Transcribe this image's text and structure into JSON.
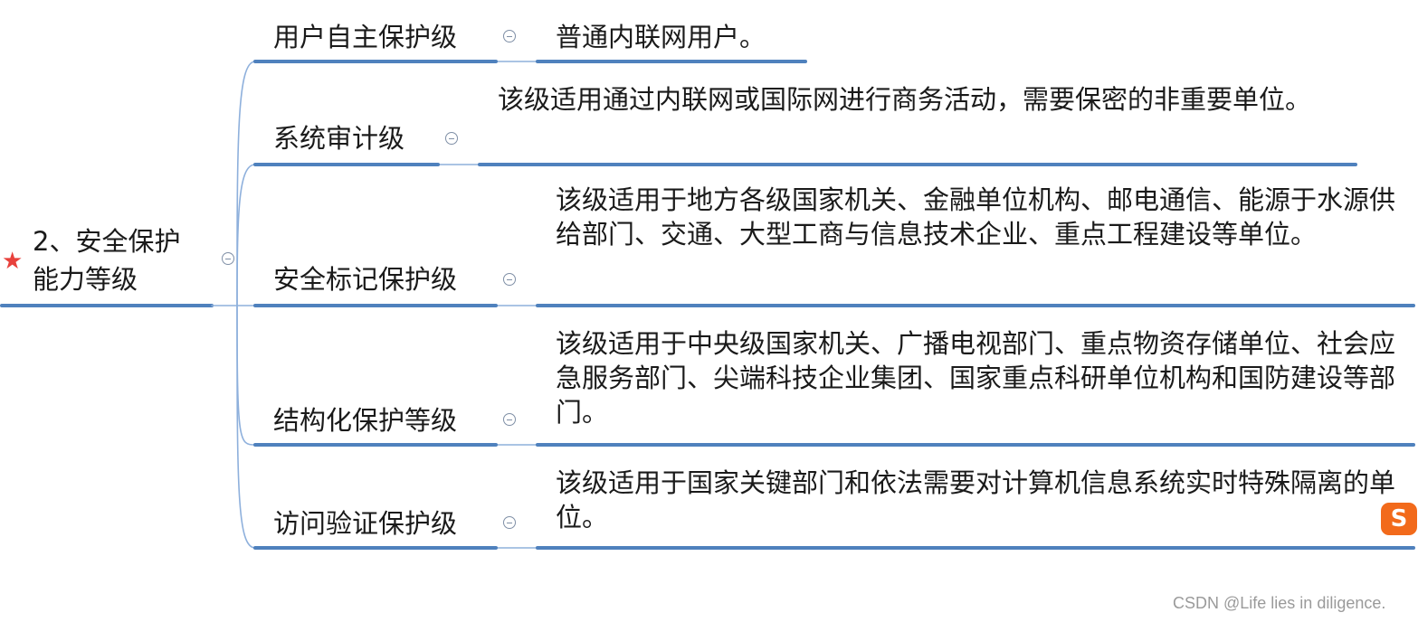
{
  "root": {
    "marker": "star-icon",
    "label_line1": "2、安全保护",
    "label_line2": "能力等级"
  },
  "levels": [
    {
      "name": "用户自主保护级",
      "description": "普通内联网用户。"
    },
    {
      "name": "系统审计级",
      "description": "该级适用通过内联网或国际网进行商务活动，需要保密的非重要单位。"
    },
    {
      "name": "安全标记保护级",
      "description": "该级适用于地方各级国家机关、金融单位机构、邮电通信、能源于水源供给部门、交通、大型工商与信息技术企业、重点工程建设等单位。"
    },
    {
      "name": "结构化保护等级",
      "description": "该级适用于中央级国家机关、广播电视部门、重点物资存储单位、社会应急服务部门、尖端科技企业集团、国家重点科研单位机构和国防建设等部门。"
    },
    {
      "name": "访问验证保护级",
      "description": "该级适用于国家关键部门和依法需要对计算机信息系统实时特殊隔离的单位。"
    }
  ],
  "overlay": {
    "ime_badge": "S",
    "watermark": "CSDN @Life lies in diligence."
  },
  "colors": {
    "branch_line": "#4f81bd",
    "connector": "#8eb0dc",
    "star": "#e8413c",
    "ime": "#f26a1b"
  }
}
